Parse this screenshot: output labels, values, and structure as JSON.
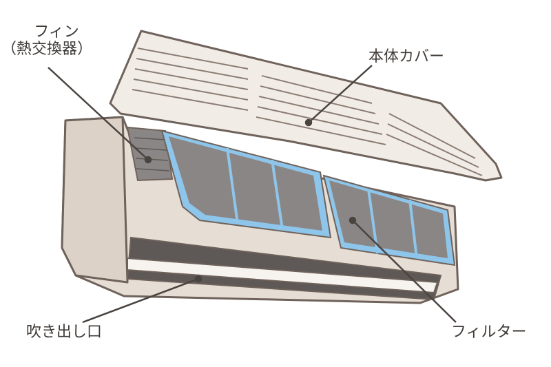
{
  "labels": {
    "fin_line1": "フィン",
    "fin_line2": "（熱交換器）",
    "body_cover": "本体カバー",
    "air_outlet": "吹き出し口",
    "filter": "フィルター"
  },
  "colors": {
    "outline": "#6f625b",
    "body_fill": "#e6ddd4",
    "inner_fill": "#f2ece6",
    "filter_frame": "#8ec5ea",
    "filter_mesh": "#8a8685",
    "leader_line": "#4a4440"
  }
}
